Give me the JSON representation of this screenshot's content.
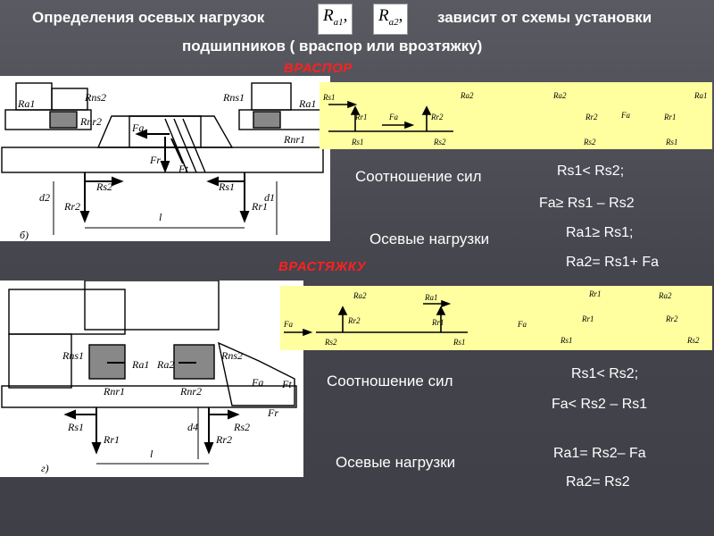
{
  "title": {
    "part1": "Определения осевых нагрузок",
    "ra1_main": "R",
    "ra1_sub": "a1",
    "ra1_tail": ",",
    "ra2_main": "R",
    "ra2_sub": "a2",
    "ra2_tail": ",",
    "part2": "зависит от схемы установки",
    "line2": "подшипников ( враспор или врозтяжку)"
  },
  "section_top": {
    "label": "ВРАСПОР",
    "drawing_labels": {
      "ra1": "Ra1",
      "rns2": "Rns2",
      "rnr2": "Rnr2",
      "fa": "Fa",
      "fr": "Fr",
      "ft": "Ft",
      "rns1": "Rns1",
      "ra1r": "Ra1",
      "rnr1": "Rnr1",
      "d2": "d2",
      "rs2": "Rs2",
      "rr2": "Rr2",
      "rs1": "Rs1",
      "rr1": "Rr1",
      "d1": "d1",
      "l": "l",
      "b": "б)"
    },
    "scheme_labels": {
      "rs1_top": "Rs1",
      "rr1": "Rr1",
      "fa": "Fa",
      "rr2": "Rr2",
      "ra2": "Ra2",
      "rs1": "Rs1",
      "rs2": "Rs2",
      "ra2b": "Ra2",
      "rr2b": "Rr2",
      "fab": "Fa",
      "ra1": "Ra1",
      "rr1b": "Rr1",
      "rs2b": "Rs2",
      "rs1b": "Rs1"
    },
    "relation_caption": "Соотношение сил",
    "relation_1": "Rs1< Rs2;",
    "relation_2": "Fa≥ Rs1 – Rs2",
    "axial_caption": "Осевые нагрузки",
    "axial_1": "Ra1≥ Rs1;",
    "axial_2": "Ra2= Rs1+ Fa"
  },
  "section_bottom": {
    "label": "ВРАСТЯЖКУ",
    "drawing_labels": {
      "rns1": "Rns1",
      "ra1": "Ra1",
      "ra2": "Ra2",
      "rns2": "Rns2",
      "rnr1": "Rnr1",
      "rnr2": "Rnr2",
      "fa": "Fa",
      "ft": "Ft",
      "fr": "Fr",
      "d4": "d4",
      "rs1": "Rs1",
      "rr1": "Rr1",
      "rs2": "Rs2",
      "rr2": "Rr2",
      "l": "l",
      "g": "г)"
    },
    "scheme_labels": {
      "ra2": "Ra2",
      "ra1": "Ra1",
      "fa": "Fa",
      "rr2": "Rr2",
      "rr1": "Rr1",
      "rs2": "Rs2",
      "rs1": "Rs1",
      "rr1b": "Rr1",
      "ra2b": "Ra2",
      "fab": "Fa",
      "rr1c": "Rr1",
      "rr2b": "Rr2",
      "rs1b": "Rs1",
      "rs2b": "Rs2"
    },
    "relation_caption": "Соотношение сил",
    "relation_1": "Rs1< Rs2;",
    "relation_2": "Fa< Rs2 – Rs1",
    "axial_caption": "Осевые нагрузки",
    "axial_1": "Ra1= Rs2– Fa",
    "axial_2": "Ra2= Rs2"
  },
  "colors": {
    "accent_red": "#ff2020",
    "scheme_bg": "#ffffa0",
    "text": "#ffffff"
  }
}
